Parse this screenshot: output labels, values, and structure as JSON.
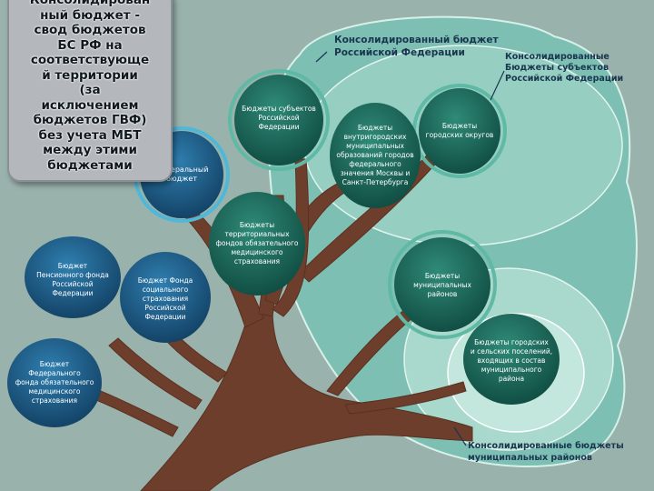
{
  "colors": {
    "background": "#9fb7b0",
    "canopy_outer": "#7dbfb2",
    "canopy_inner": "#a9d8cc",
    "trunk": "#6e3e2c",
    "bubble_green": "#1d6a5c",
    "bubble_blue": "#1f5f86",
    "definition_box": "#b4b8bc"
  },
  "definition": {
    "text": "Консолидирован\nный бюджет -\nсвод бюджетов\nБС РФ на\nсоответствующе\nй территории\n(за\nисключением\nбюджетов ГВФ)\nбез учета МБТ\nмежду этими\nбюджетами"
  },
  "captions": {
    "russia": "Консолидированный бюджет\nРоссийской Федерации",
    "subjects": "Консолидированные\nБюджеты субъектов\nРоссийской Федерации",
    "municipal_districts": "Консолидированные бюджеты\nмуниципальных районов"
  },
  "nodes": {
    "federal": {
      "label": "Федеральный\nбюджет",
      "icon": "blue-circle"
    },
    "subjects": {
      "label": "Бюджеты субъектов\nРоссийской\nФедерации",
      "icon": "green-circle"
    },
    "intracity": {
      "label": "Бюджеты\nвнутригородских\nмуниципальных\nобразований городов\nфедерального\nзначения Москвы и\nСанкт-Петербурга",
      "icon": "green-circle"
    },
    "city_districts": {
      "label": "Бюджеты\nгородских округов",
      "icon": "green-circle"
    },
    "territorial_funds": {
      "label": "Бюджеты\nтерриториальных\nфондов обязательного\nмедицинского\nстрахования",
      "icon": "green-circle"
    },
    "pension": {
      "label": "Бюджет\nПенсионного фонда\nРоссийской\nФедерации",
      "icon": "blue-circle"
    },
    "social": {
      "label": "Бюджет Фонда\nсоциального\nстрахования\nРоссийской\nФедерации",
      "icon": "blue-circle"
    },
    "federal_fund": {
      "label": "Бюджет\nФедерального\nфонда обязательного\nмедицинского\nстрахования",
      "icon": "blue-circle"
    },
    "municipal": {
      "label": "Бюджеты\nмуниципальных\nрайонов",
      "icon": "green-circle"
    },
    "settlements": {
      "label": "Бюджеты городских\nи сельских поселений,\nвходящих в состав\nмуниципального\nрайона",
      "icon": "green-circle"
    }
  }
}
